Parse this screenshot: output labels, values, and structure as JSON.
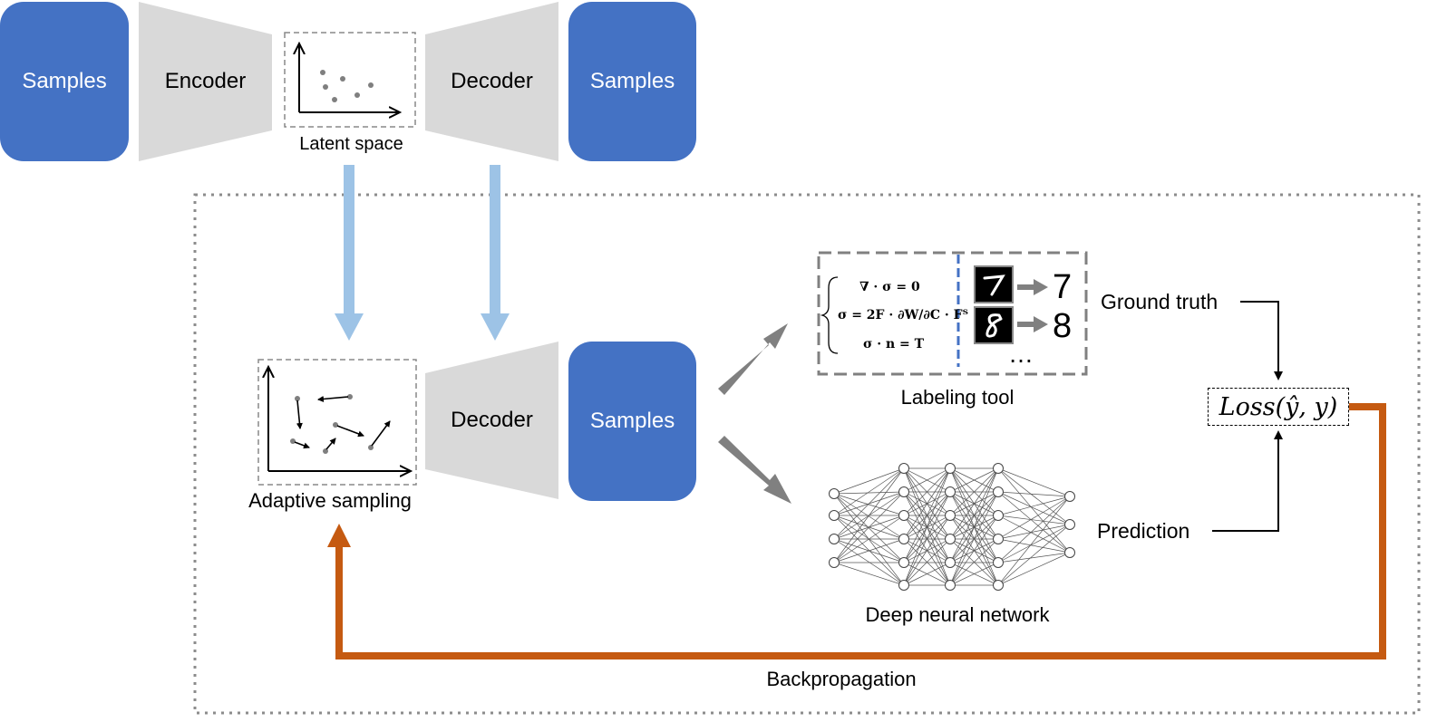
{
  "top_row": {
    "samples_left": "Samples",
    "encoder": "Encoder",
    "latent_caption": "Latent space",
    "decoder": "Decoder",
    "samples_right": "Samples"
  },
  "loop": {
    "adaptive_caption": "Adaptive sampling",
    "decoder": "Decoder",
    "samples": "Samples",
    "labeling_caption": "Labeling tool",
    "dnn_caption": "Deep neural network",
    "ground_truth": "Ground truth",
    "prediction": "Prediction",
    "loss": "Loss(ŷ, y)",
    "backprop": "Backpropagation"
  },
  "labeling_tool": {
    "eq1": "∇ · σ = 0",
    "eq2": "σ = 2F · ∂W/∂C · Fᵀ",
    "eq3": "σ · n = T",
    "label_1": "7",
    "label_2": "8",
    "ellipsis": "…"
  },
  "colors": {
    "sample_blue": "#4472c4",
    "trapezoid_gray": "#d9d9d9",
    "flow_arrow_blue": "#9dc3e6",
    "backprop_orange": "#c55a11",
    "gray_arrow": "#808080"
  }
}
